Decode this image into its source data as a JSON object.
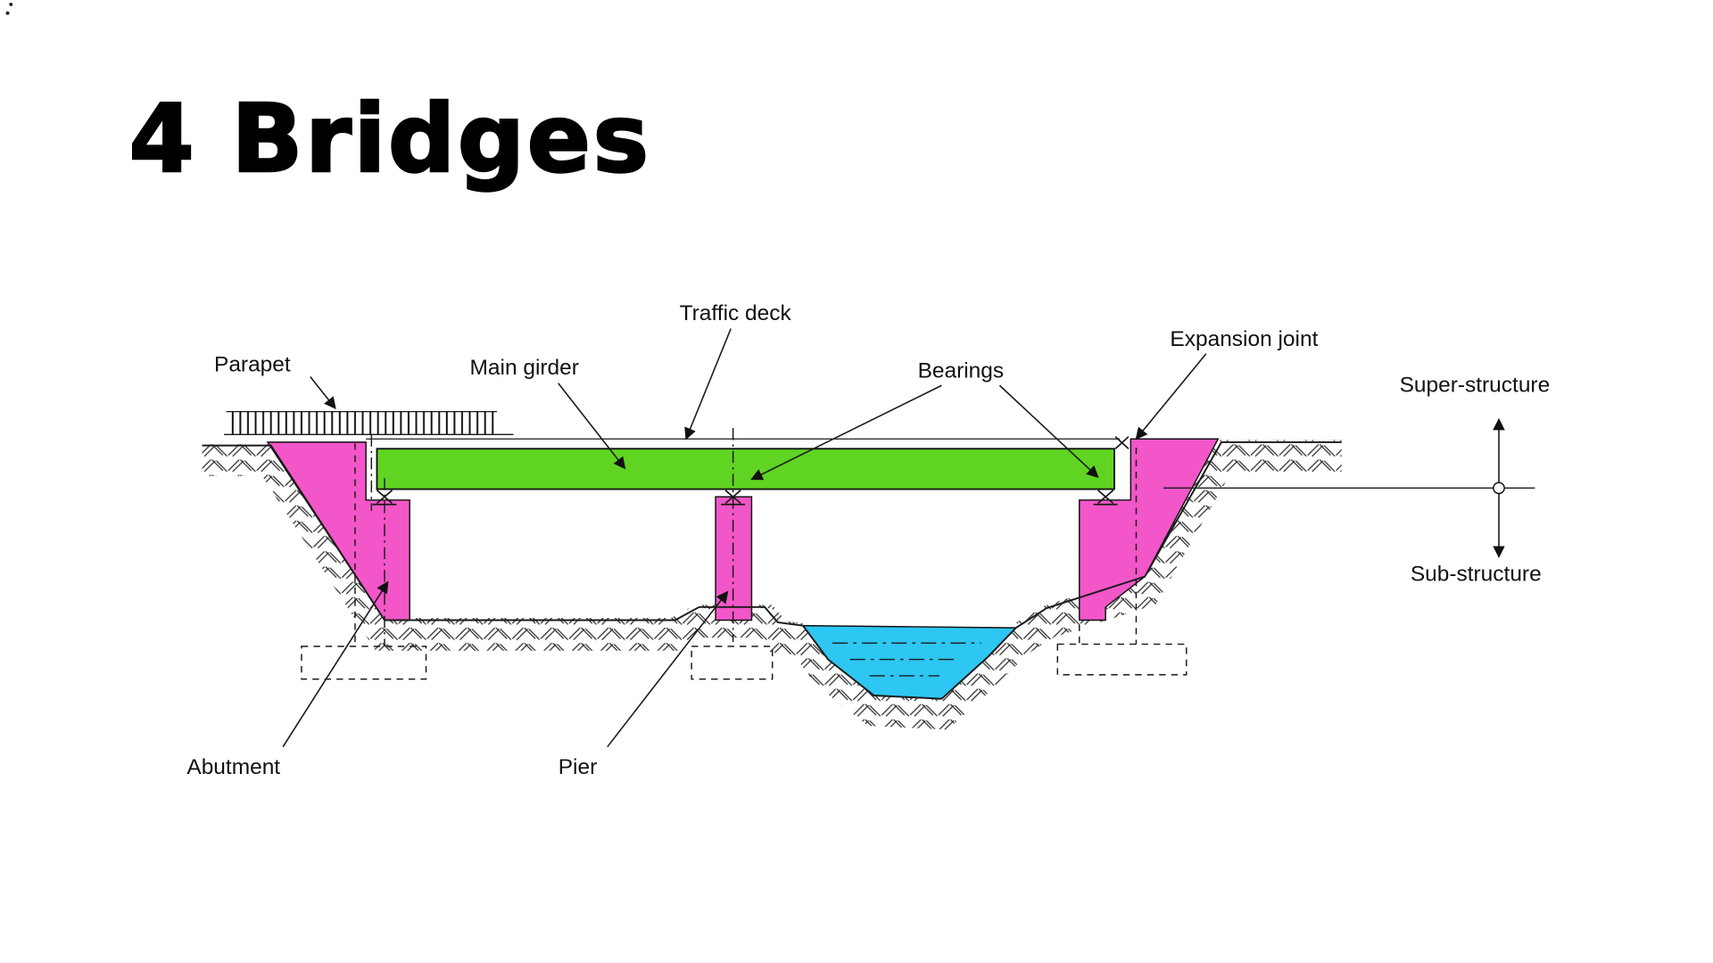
{
  "page": {
    "title": "4 Bridges"
  },
  "diagram": {
    "labels": {
      "parapet": "Parapet",
      "main_girder": "Main girder",
      "traffic_deck": "Traffic deck",
      "bearings": "Bearings",
      "expansion_joint": "Expansion joint",
      "super_structure": "Super-structure",
      "sub_structure": "Sub-structure",
      "abutment": "Abutment",
      "pier": "Pier"
    },
    "colors": {
      "masonry_pink": "#F356C8",
      "girder_green": "#5FD422",
      "water_blue": "#2EC6F2",
      "ink": "#111111"
    }
  }
}
